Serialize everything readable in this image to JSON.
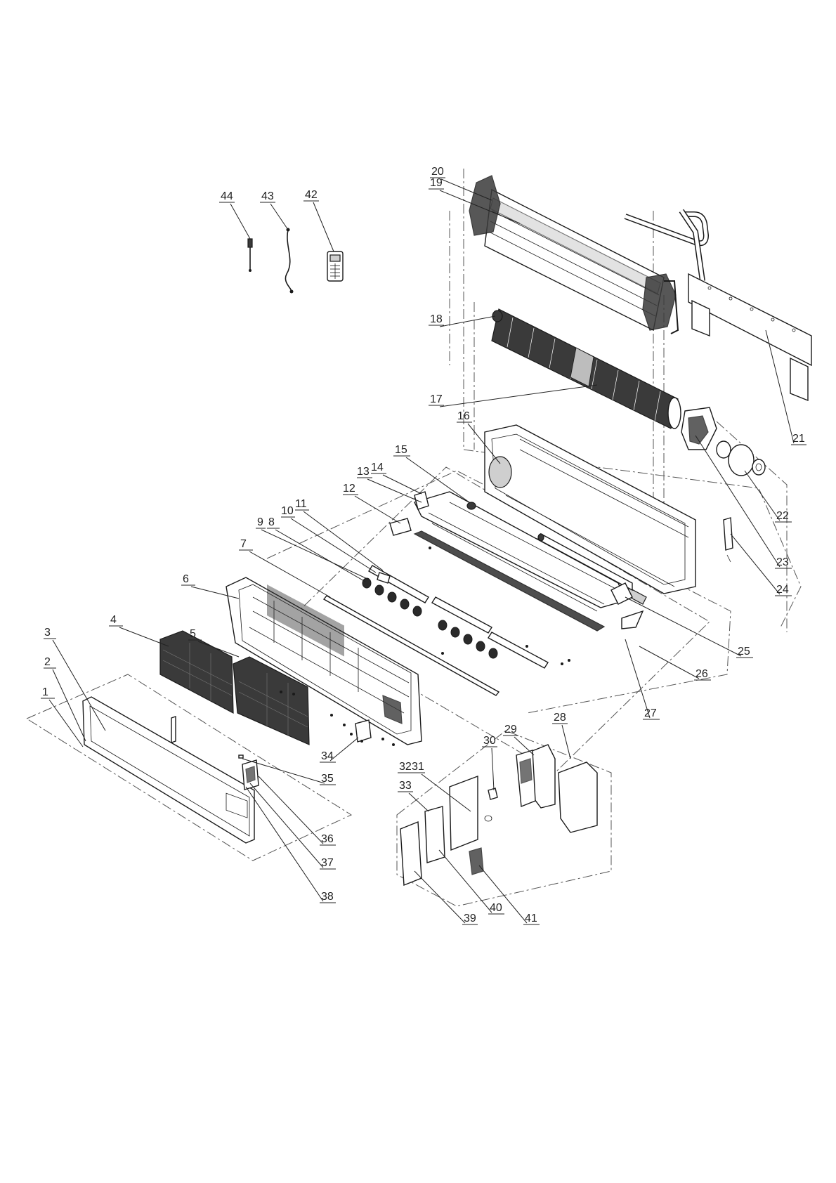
{
  "diagram": {
    "callouts": [
      "1",
      "2",
      "3",
      "4",
      "5",
      "6",
      "7",
      "8",
      "9",
      "10",
      "11",
      "12",
      "13",
      "14",
      "15",
      "16",
      "17",
      "18",
      "19",
      "20",
      "21",
      "22",
      "23",
      "24",
      "25",
      "26",
      "27",
      "28",
      "29",
      "30",
      "31",
      "32",
      "33",
      "34",
      "35",
      "36",
      "37",
      "38",
      "39",
      "40",
      "41",
      "42",
      "43",
      "44"
    ]
  }
}
